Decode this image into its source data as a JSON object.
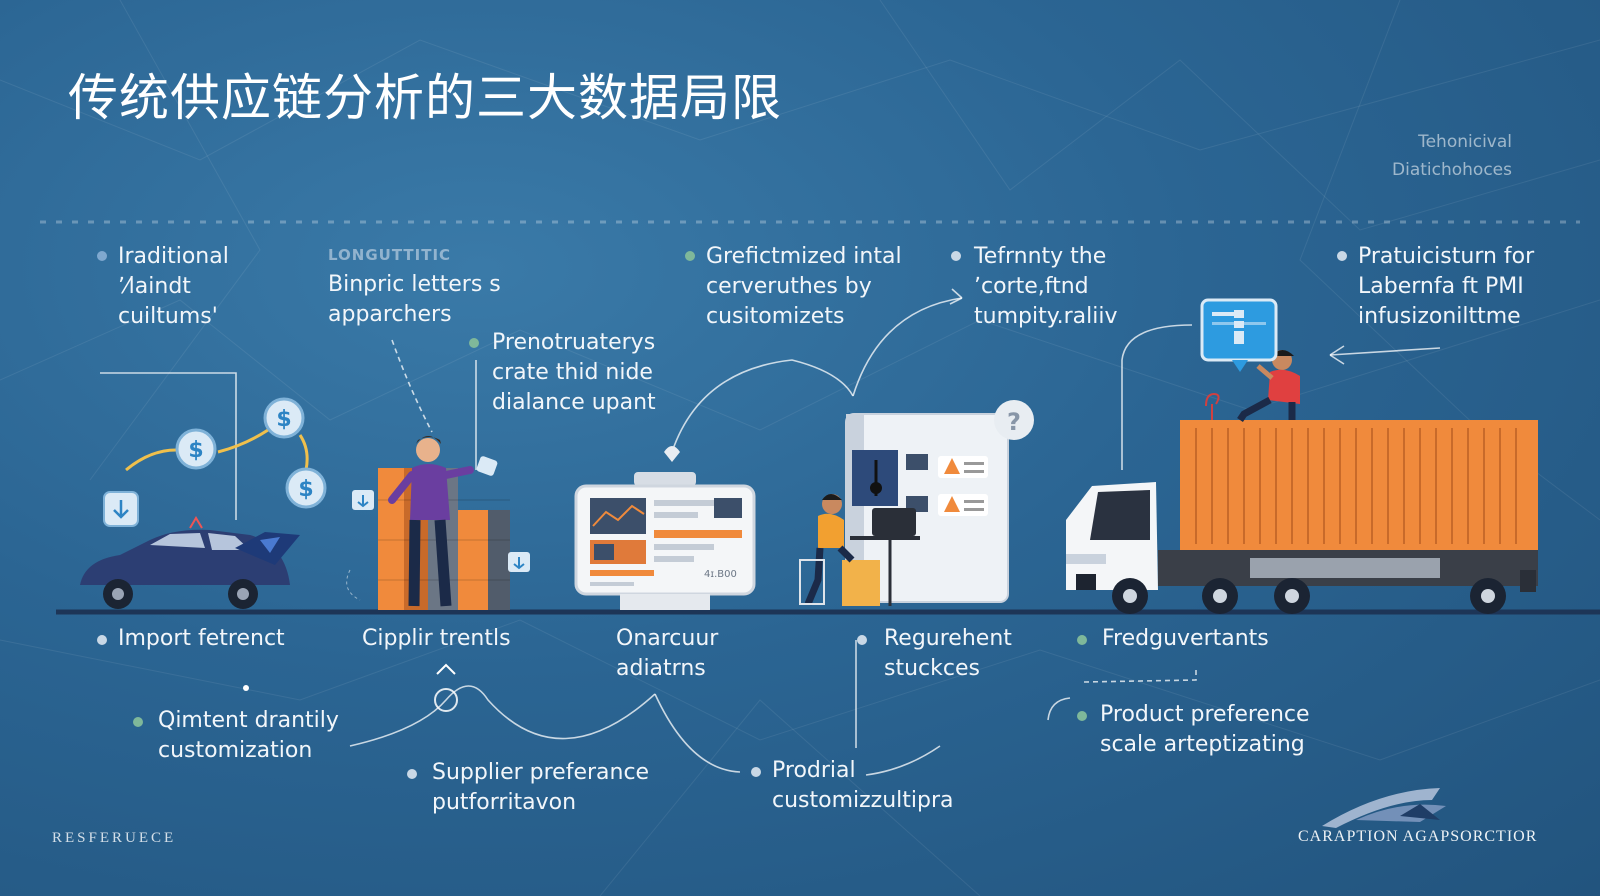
{
  "title": "传统供应链分析的三大数据局限",
  "corner_tag": [
    "Tehonicival",
    "Diatichohoces"
  ],
  "top_labels": [
    {
      "id": "traditional",
      "lines": [
        "Iraditional",
        "ʼ⁄laindt",
        "cuiltums'"
      ]
    },
    {
      "id": "binpric",
      "caption": "LONGUTTITIC",
      "lines": [
        "Binpric letters s",
        "apparchers"
      ]
    },
    {
      "id": "prenotruaterys",
      "lines": [
        "Prenotruaterys",
        "crate thid nide",
        "dialance upant"
      ]
    },
    {
      "id": "grefictmized",
      "lines": [
        "Grefictmized intal",
        "cerveruthes by",
        "cusitomizets"
      ]
    },
    {
      "id": "tefrnnty",
      "lines": [
        "Tefrnnty the",
        "ʼcorte,ftnd",
        "tumpity.raliiv"
      ]
    },
    {
      "id": "pratuicisturn",
      "lines": [
        "Pratuicisturn for",
        "Labernfa ft PMI",
        "infusizonilttme"
      ]
    }
  ],
  "bottom_labels": [
    {
      "id": "import",
      "lines": [
        "Import fetrenct"
      ]
    },
    {
      "id": "cipplir",
      "lines": [
        "Cipplir trentls"
      ]
    },
    {
      "id": "onarcuur",
      "lines": [
        "Onarcuur",
        "adiatrns"
      ]
    },
    {
      "id": "regurehent",
      "lines": [
        "Regurehent",
        "stuckces"
      ]
    },
    {
      "id": "fredguvertants",
      "lines": [
        "Fredguvertants"
      ]
    },
    {
      "id": "qimtent",
      "lines": [
        "Qimtent drantily",
        "customization"
      ]
    },
    {
      "id": "supplier",
      "lines": [
        "Supplier preferance",
        "putforritavon"
      ]
    },
    {
      "id": "prodrial",
      "lines": [
        "Prodrial",
        "customizzultipra"
      ]
    },
    {
      "id": "product",
      "lines": [
        "Product preference",
        "scale arteptizating"
      ]
    }
  ],
  "monitor_text": "4ɪ.B00",
  "footer_left": "RESFERUECE",
  "footer_right": "CARAPTION AGAPSORCTIOR",
  "colors": {
    "accent": "#f08a3c",
    "background": "#2b6593",
    "navy": "#2c3e73"
  }
}
